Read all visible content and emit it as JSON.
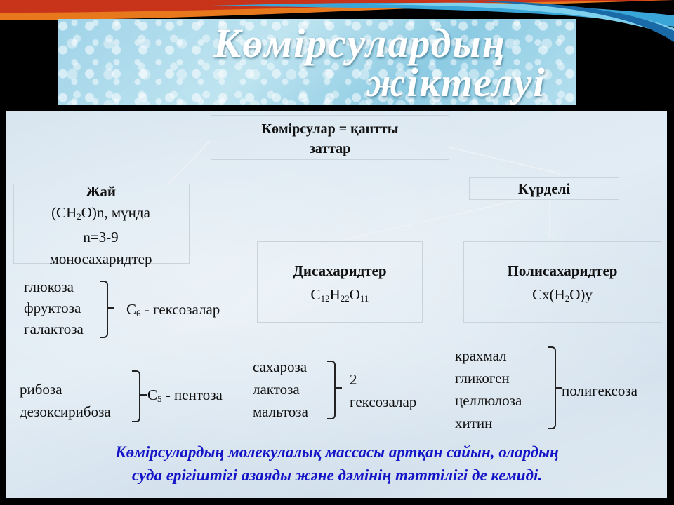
{
  "title": {
    "line1": "Көмірсулардың",
    "line2": "жіктелуі"
  },
  "root": {
    "line1": "Көмірсулар = қантты",
    "line2": "заттар"
  },
  "simple": {
    "heading": "Жай",
    "formula_pre": "(CH",
    "formula_sub": "2",
    "formula_post": "O)n, мұнда",
    "range": "n=3-9",
    "group": "моносахаридтер"
  },
  "complex": {
    "heading": "Күрделі"
  },
  "disaccharides": {
    "heading": "Дисахаридтер",
    "f1": "C",
    "s1": "12",
    "f2": "H",
    "s2": "22",
    "f3": "O",
    "s3": "11"
  },
  "polysaccharides": {
    "heading": "Полисахаридтер",
    "formula_pre": "Cx(H",
    "formula_sub": "2",
    "formula_post": "O)y"
  },
  "hexoses": {
    "items": [
      "глюкоза",
      "фруктоза",
      "галактоза"
    ],
    "label_pre": "C",
    "label_sub": "6",
    "label_post": " - гексозалар"
  },
  "pentoses": {
    "items": [
      "рибоза",
      "дезоксирибоза"
    ],
    "label_pre": "C",
    "label_sub": "5",
    "label_post": " - пентоза"
  },
  "disaccharide_list": {
    "items": [
      "сахароза",
      "лактоза",
      "мальтоза"
    ],
    "label_line1": "2",
    "label_line2": "гексозалар"
  },
  "polysaccharide_list": {
    "items": [
      "крахмал",
      "гликоген",
      "целлюлоза",
      "хитин"
    ],
    "label": "полигексоза"
  },
  "footer": {
    "line1": "Көмірсулардың молекулалық массасы артқан сайын, олардың",
    "line2": "суда ерігіштігі азаяды және дәмінің тәттілігі де кемиді."
  },
  "colors": {
    "footer_text": "#1515c8",
    "title_text": "#ffffff",
    "background": "#000000"
  }
}
